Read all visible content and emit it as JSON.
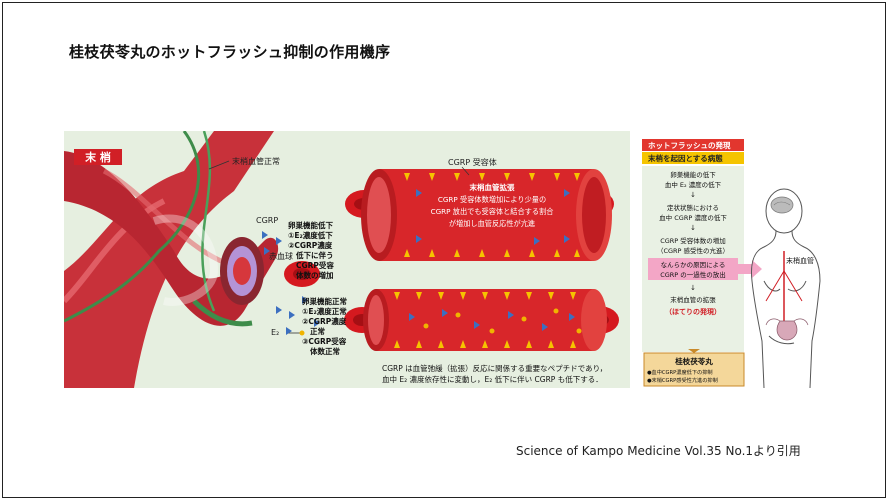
{
  "slide": {
    "title": "桂枝茯苓丸のホットフラッシュ抑制の作用機序",
    "citation": "Science of Kampo Medicine  Vol.35 No.1より引用"
  },
  "figure": {
    "region_label": "末 梢",
    "vessel_normal": "末梢血管正常",
    "cgrp_label": "CGRP",
    "rbc_label": "赤血球",
    "e2_label": "E₂",
    "cgrp_receptor": "CGRP 受容体",
    "state_top": [
      "卵巣機能低下",
      "①E₂濃度低下",
      "②CGRP濃度",
      "低下に伴う",
      "CGRP受容",
      "体数の増加"
    ],
    "state_bottom": [
      "卵巣機能正常",
      "①E₂濃度正常",
      "②CGRP濃度",
      "正常",
      "③CGRP受容",
      "体数正常"
    ],
    "dilation_box": [
      "末梢血管拡張",
      "CGRP 受容体数増加により少量の",
      "CGRP 放出でも受容体と結合する割合",
      "が増加し血管反応性が亢進"
    ],
    "bottom_note": [
      "CGRP は血管弛緩（拡張）反応に関係する重要なペプチドであり，",
      "血中 E₂ 濃度依存性に変動し，E₂ 低下に伴い CGRP も低下する．"
    ],
    "panel": {
      "header": "ホットフラッシュの発現",
      "subheader": "末梢を起因とする病態",
      "steps": [
        [
          "卵巣機能の低下",
          "血中 E₂ 濃度の低下"
        ],
        [
          "定状状態における",
          "血中 CGRP 濃度の低下"
        ],
        [
          "CGRP 受容体数の増加",
          "（CGRP 感受性の亢進）"
        ],
        [
          "なんらかの原因による",
          "CGRP の一過性の放出"
        ],
        [
          "末梢血管の拡張"
        ]
      ],
      "hot_flush": "（ほてりの発現）",
      "body_label": "末梢血管",
      "drug_title": "桂枝茯苓丸",
      "drug_effects": [
        "●血中CGRP濃度低下の抑制",
        "●末梢CGRP感受性亢進の抑制"
      ]
    },
    "colors": {
      "vessel_red": "#d8262a",
      "region_tag": "#d11f26",
      "panel_header": "#e2362e",
      "panel_sub": "#f5c400",
      "highlight_pink": "#f3a6c6",
      "drug_box": "#f4d79a"
    }
  }
}
